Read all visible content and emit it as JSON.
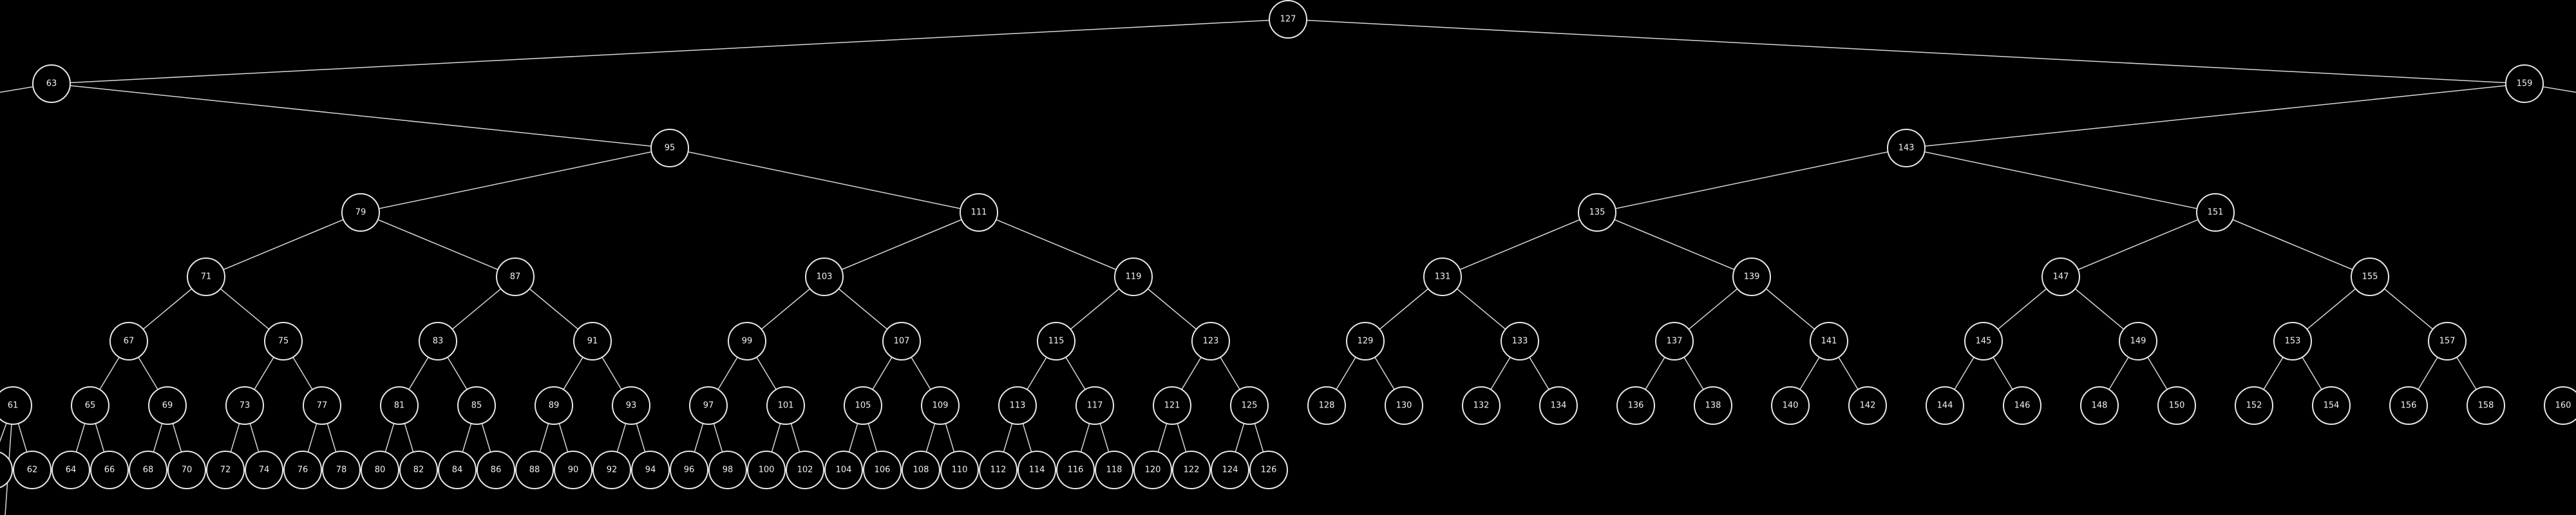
{
  "diagram": {
    "type": "binary-search-tree",
    "background_color": "#000000",
    "line_color": "#e6e6e6",
    "nodes": [
      {
        "id": "127",
        "label": "127",
        "depth": 0
      },
      {
        "id": "63",
        "label": "63",
        "depth": 1
      },
      {
        "id": "159",
        "label": "159",
        "depth": 1
      },
      {
        "id": "95",
        "label": "95",
        "depth": 2
      },
      {
        "id": "143",
        "label": "143",
        "depth": 2
      },
      {
        "id": "79",
        "label": "79",
        "depth": 3
      },
      {
        "id": "111",
        "label": "111",
        "depth": 3
      },
      {
        "id": "135",
        "label": "135",
        "depth": 3
      },
      {
        "id": "151",
        "label": "151",
        "depth": 3
      },
      {
        "id": "71",
        "label": "71",
        "depth": 4
      },
      {
        "id": "87",
        "label": "87",
        "depth": 4
      },
      {
        "id": "103",
        "label": "103",
        "depth": 4
      },
      {
        "id": "119",
        "label": "119",
        "depth": 4
      },
      {
        "id": "131",
        "label": "131",
        "depth": 4
      },
      {
        "id": "139",
        "label": "139",
        "depth": 4
      },
      {
        "id": "147",
        "label": "147",
        "depth": 4
      },
      {
        "id": "155",
        "label": "155",
        "depth": 4
      },
      {
        "id": "67",
        "label": "67",
        "depth": 5
      },
      {
        "id": "75",
        "label": "75",
        "depth": 5
      },
      {
        "id": "83",
        "label": "83",
        "depth": 5
      },
      {
        "id": "91",
        "label": "91",
        "depth": 5
      },
      {
        "id": "99",
        "label": "99",
        "depth": 5
      },
      {
        "id": "107",
        "label": "107",
        "depth": 5
      },
      {
        "id": "115",
        "label": "115",
        "depth": 5
      },
      {
        "id": "123",
        "label": "123",
        "depth": 5
      },
      {
        "id": "129",
        "label": "129",
        "depth": 5
      },
      {
        "id": "133",
        "label": "133",
        "depth": 5
      },
      {
        "id": "137",
        "label": "137",
        "depth": 5
      },
      {
        "id": "141",
        "label": "141",
        "depth": 5
      },
      {
        "id": "145",
        "label": "145",
        "depth": 5
      },
      {
        "id": "149",
        "label": "149",
        "depth": 5
      },
      {
        "id": "153",
        "label": "153",
        "depth": 5
      },
      {
        "id": "157",
        "label": "157",
        "depth": 5
      },
      {
        "id": "61",
        "label": "61",
        "depth": 6
      },
      {
        "id": "65",
        "label": "65",
        "depth": 6
      },
      {
        "id": "69",
        "label": "69",
        "depth": 6
      },
      {
        "id": "73",
        "label": "73",
        "depth": 6
      },
      {
        "id": "77",
        "label": "77",
        "depth": 6
      },
      {
        "id": "81",
        "label": "81",
        "depth": 6
      },
      {
        "id": "85",
        "label": "85",
        "depth": 6
      },
      {
        "id": "89",
        "label": "89",
        "depth": 6
      },
      {
        "id": "93",
        "label": "93",
        "depth": 6
      },
      {
        "id": "97",
        "label": "97",
        "depth": 6
      },
      {
        "id": "101",
        "label": "101",
        "depth": 6
      },
      {
        "id": "105",
        "label": "105",
        "depth": 6
      },
      {
        "id": "109",
        "label": "109",
        "depth": 6
      },
      {
        "id": "113",
        "label": "113",
        "depth": 6
      },
      {
        "id": "117",
        "label": "117",
        "depth": 6
      },
      {
        "id": "121",
        "label": "121",
        "depth": 6
      },
      {
        "id": "125",
        "label": "125",
        "depth": 6
      },
      {
        "id": "128",
        "label": "128",
        "depth": 6
      },
      {
        "id": "130",
        "label": "130",
        "depth": 6
      },
      {
        "id": "132",
        "label": "132",
        "depth": 6
      },
      {
        "id": "134",
        "label": "134",
        "depth": 6
      },
      {
        "id": "136",
        "label": "136",
        "depth": 6
      },
      {
        "id": "138",
        "label": "138",
        "depth": 6
      },
      {
        "id": "140",
        "label": "140",
        "depth": 6
      },
      {
        "id": "142",
        "label": "142",
        "depth": 6
      },
      {
        "id": "144",
        "label": "144",
        "depth": 6
      },
      {
        "id": "146",
        "label": "146",
        "depth": 6
      },
      {
        "id": "148",
        "label": "148",
        "depth": 6
      },
      {
        "id": "150",
        "label": "150",
        "depth": 6
      },
      {
        "id": "152",
        "label": "152",
        "depth": 6
      },
      {
        "id": "154",
        "label": "154",
        "depth": 6
      },
      {
        "id": "156",
        "label": "156",
        "depth": 6
      },
      {
        "id": "158",
        "label": "158",
        "depth": 6
      },
      {
        "id": "160",
        "label": "160",
        "depth": 6
      },
      {
        "id": "62",
        "label": "62",
        "depth": 7
      },
      {
        "id": "64",
        "label": "64",
        "depth": 7
      },
      {
        "id": "66",
        "label": "66",
        "depth": 7
      },
      {
        "id": "68",
        "label": "68",
        "depth": 7
      },
      {
        "id": "70",
        "label": "70",
        "depth": 7
      },
      {
        "id": "72",
        "label": "72",
        "depth": 7
      },
      {
        "id": "74",
        "label": "74",
        "depth": 7
      },
      {
        "id": "76",
        "label": "76",
        "depth": 7
      },
      {
        "id": "78",
        "label": "78",
        "depth": 7
      },
      {
        "id": "80",
        "label": "80",
        "depth": 7
      },
      {
        "id": "82",
        "label": "82",
        "depth": 7
      },
      {
        "id": "84",
        "label": "84",
        "depth": 7
      },
      {
        "id": "86",
        "label": "86",
        "depth": 7
      },
      {
        "id": "88",
        "label": "88",
        "depth": 7
      },
      {
        "id": "90",
        "label": "90",
        "depth": 7
      },
      {
        "id": "92",
        "label": "92",
        "depth": 7
      },
      {
        "id": "94",
        "label": "94",
        "depth": 7
      },
      {
        "id": "96",
        "label": "96",
        "depth": 7
      },
      {
        "id": "98",
        "label": "98",
        "depth": 7
      },
      {
        "id": "100",
        "label": "100",
        "depth": 7
      },
      {
        "id": "102",
        "label": "102",
        "depth": 7
      },
      {
        "id": "104",
        "label": "104",
        "depth": 7
      },
      {
        "id": "106",
        "label": "106",
        "depth": 7
      },
      {
        "id": "108",
        "label": "108",
        "depth": 7
      },
      {
        "id": "110",
        "label": "110",
        "depth": 7
      },
      {
        "id": "112",
        "label": "112",
        "depth": 7
      },
      {
        "id": "114",
        "label": "114",
        "depth": 7
      },
      {
        "id": "116",
        "label": "116",
        "depth": 7
      },
      {
        "id": "118",
        "label": "118",
        "depth": 7
      },
      {
        "id": "120",
        "label": "120",
        "depth": 7
      },
      {
        "id": "122",
        "label": "122",
        "depth": 7
      },
      {
        "id": "124",
        "label": "124",
        "depth": 7
      },
      {
        "id": "126",
        "label": "126",
        "depth": 7
      }
    ],
    "edges": [
      [
        "127",
        "63"
      ],
      [
        "127",
        "159"
      ],
      [
        "63",
        "95"
      ],
      [
        "159",
        "143"
      ],
      [
        "95",
        "79"
      ],
      [
        "95",
        "111"
      ],
      [
        "143",
        "135"
      ],
      [
        "143",
        "151"
      ],
      [
        "79",
        "71"
      ],
      [
        "79",
        "87"
      ],
      [
        "111",
        "103"
      ],
      [
        "111",
        "119"
      ],
      [
        "135",
        "131"
      ],
      [
        "135",
        "139"
      ],
      [
        "151",
        "147"
      ],
      [
        "151",
        "155"
      ],
      [
        "71",
        "67"
      ],
      [
        "71",
        "75"
      ],
      [
        "87",
        "83"
      ],
      [
        "87",
        "91"
      ],
      [
        "103",
        "99"
      ],
      [
        "103",
        "107"
      ],
      [
        "119",
        "115"
      ],
      [
        "119",
        "123"
      ],
      [
        "131",
        "129"
      ],
      [
        "131",
        "133"
      ],
      [
        "139",
        "137"
      ],
      [
        "139",
        "141"
      ],
      [
        "147",
        "145"
      ],
      [
        "147",
        "149"
      ],
      [
        "155",
        "153"
      ],
      [
        "155",
        "157"
      ],
      [
        "67",
        "65"
      ],
      [
        "67",
        "69"
      ],
      [
        "75",
        "73"
      ],
      [
        "75",
        "77"
      ],
      [
        "83",
        "81"
      ],
      [
        "83",
        "85"
      ],
      [
        "91",
        "89"
      ],
      [
        "91",
        "93"
      ],
      [
        "99",
        "97"
      ],
      [
        "99",
        "101"
      ],
      [
        "107",
        "105"
      ],
      [
        "107",
        "109"
      ],
      [
        "115",
        "113"
      ],
      [
        "115",
        "117"
      ],
      [
        "123",
        "121"
      ],
      [
        "123",
        "125"
      ],
      [
        "129",
        "128"
      ],
      [
        "129",
        "130"
      ],
      [
        "133",
        "132"
      ],
      [
        "133",
        "134"
      ],
      [
        "137",
        "136"
      ],
      [
        "137",
        "138"
      ],
      [
        "141",
        "140"
      ],
      [
        "141",
        "142"
      ],
      [
        "145",
        "144"
      ],
      [
        "145",
        "146"
      ],
      [
        "149",
        "148"
      ],
      [
        "149",
        "150"
      ],
      [
        "153",
        "152"
      ],
      [
        "153",
        "154"
      ],
      [
        "157",
        "156"
      ],
      [
        "157",
        "158"
      ],
      [
        "61",
        "62"
      ],
      [
        "65",
        "64"
      ],
      [
        "65",
        "66"
      ],
      [
        "69",
        "68"
      ],
      [
        "69",
        "70"
      ],
      [
        "73",
        "72"
      ],
      [
        "73",
        "74"
      ],
      [
        "77",
        "76"
      ],
      [
        "77",
        "78"
      ],
      [
        "81",
        "80"
      ],
      [
        "81",
        "82"
      ],
      [
        "85",
        "84"
      ],
      [
        "85",
        "86"
      ],
      [
        "89",
        "88"
      ],
      [
        "89",
        "90"
      ],
      [
        "93",
        "92"
      ],
      [
        "93",
        "94"
      ],
      [
        "97",
        "96"
      ],
      [
        "97",
        "98"
      ],
      [
        "101",
        "100"
      ],
      [
        "101",
        "102"
      ],
      [
        "105",
        "104"
      ],
      [
        "105",
        "106"
      ],
      [
        "109",
        "108"
      ],
      [
        "109",
        "110"
      ],
      [
        "113",
        "112"
      ],
      [
        "113",
        "114"
      ],
      [
        "117",
        "116"
      ],
      [
        "117",
        "118"
      ],
      [
        "121",
        "120"
      ],
      [
        "121",
        "122"
      ],
      [
        "125",
        "124"
      ],
      [
        "125",
        "126"
      ]
    ]
  }
}
